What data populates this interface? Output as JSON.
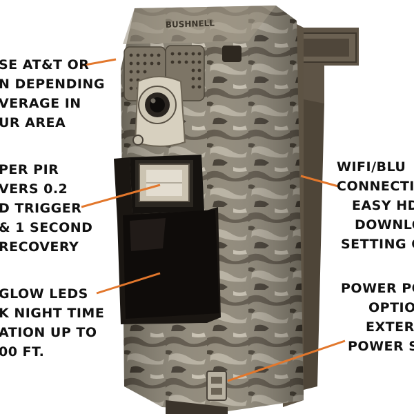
{
  "colors": {
    "accent": "#e2772c",
    "text": "#111111",
    "camo_base": "#8d8676",
    "camo_dark": "#4a4236",
    "body_brown": "#5d5344"
  },
  "camera": {
    "brand_text": "BUSHNELL",
    "icon": "trail-camera-icon"
  },
  "callouts": {
    "network": {
      "lines": [
        "SE AT&T OR",
        "N DEPENDING",
        "VERAGE IN",
        "UR AREA"
      ]
    },
    "pir": {
      "lines": [
        "PER PIR",
        "VERS 0.2",
        "D TRIGGER",
        "& 1 SECOND",
        "RECOVERY"
      ]
    },
    "leds": {
      "lines": [
        "GLOW LEDS",
        "K NIGHT TIME",
        "ATION UP TO",
        "00 FT."
      ]
    },
    "wifi": {
      "lines": [
        "WIFI/BLU",
        "CONNECTIV",
        "EASY HD",
        "DOWNLO",
        "SETTING C"
      ]
    },
    "power": {
      "lines": [
        "POWER PO",
        "OPTIO",
        "EXTER",
        "POWER S"
      ]
    }
  }
}
